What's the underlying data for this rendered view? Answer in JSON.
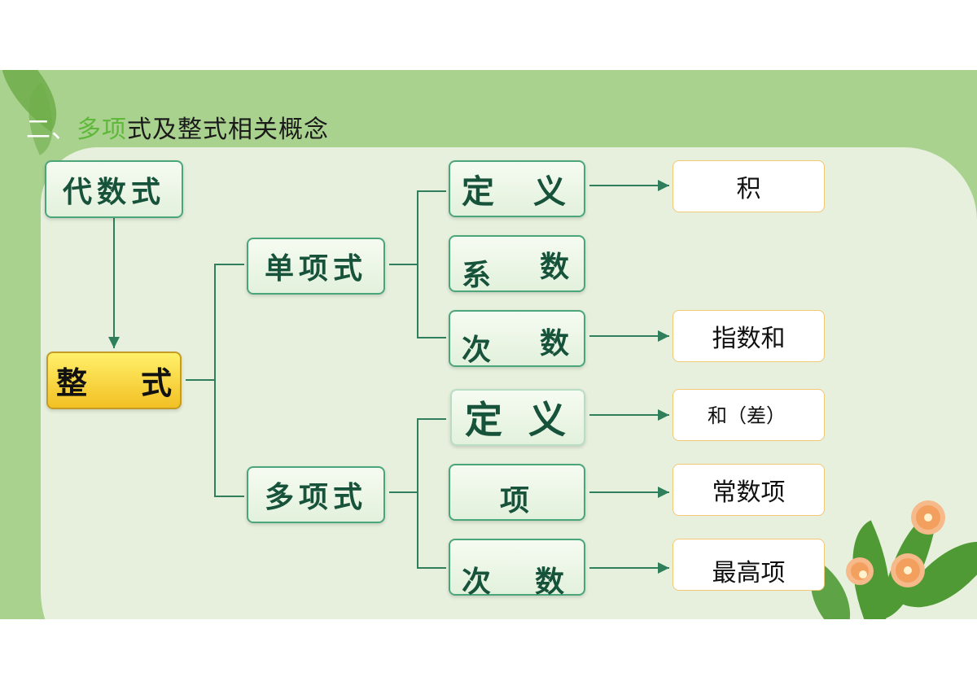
{
  "title": {
    "part1": "二、",
    "part2": "多项",
    "part3": "式及整式相关概念"
  },
  "nodes": {
    "daishushi": "代数式",
    "zhengshi": [
      "整",
      "式"
    ],
    "danxiangshi": "单项式",
    "duoxiangshi": "多项式",
    "dan_dingyi": [
      "定",
      "义"
    ],
    "dan_xishu": [
      "系",
      "数"
    ],
    "dan_cishu": [
      "次",
      "数"
    ],
    "duo_dingyi": [
      "定",
      "义"
    ],
    "duo_xiang": "项",
    "duo_cishu": [
      "次",
      "数"
    ]
  },
  "results": {
    "ji": "积",
    "zhishuhe": "指数和",
    "he_cha": "和（差）",
    "changshuxiang": "常数项",
    "zuigaoxiang": "最高项"
  },
  "colors": {
    "line": "#2f7f5c",
    "box_border": "#4aa67a",
    "main_box": "#f2c024",
    "result_border": "#f1c873"
  }
}
